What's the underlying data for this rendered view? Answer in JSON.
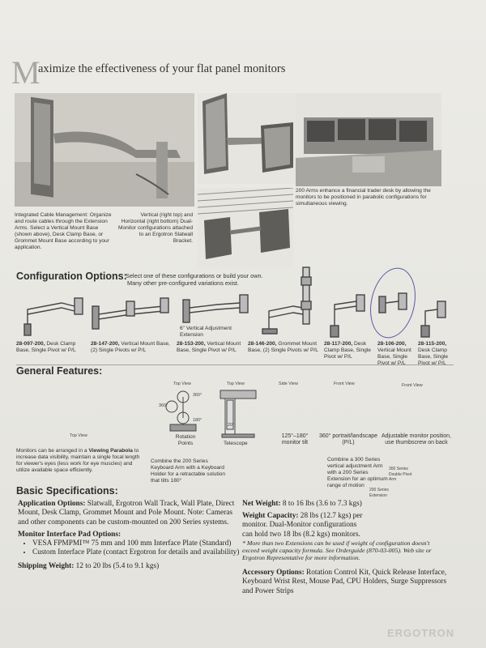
{
  "header": {
    "drop_cap": "M",
    "title_rest": "aximize the effectiveness of your flat panel monitors"
  },
  "photo_captions": {
    "cable_management": "Integrated Cable Management: Organize and route cables through the Extension Arms. Select a Vertical Mount Base (shown above), Desk Clamp Base, or Grommet Mount Base according to your application.",
    "dual_monitor": "Vertical (right top) and Horizontal (right bottom) Dual-Monitor configurations attached to an Ergotron Slatwall Bracket.",
    "trader_desk": "200 Arms enhance a financial trader desk by allowing the monitors to be positioned in parabolic configurations for simultaneous viewing."
  },
  "config_options": {
    "heading": "Configuration Options:",
    "intro_line1": "Select one of these configurations or build your own.",
    "intro_line2": "Many other pre-configured variations exist.",
    "callout": "6\" Vertical Adjustment Extension",
    "items": [
      {
        "num": "28-097-200,",
        "desc": "Desk Clamp Base, Single Pivot w/ P/L"
      },
      {
        "num": "28-147-200,",
        "desc": "Vertical Mount Base, (2) Single Pivots w/ P/L"
      },
      {
        "num": "28-153-200,",
        "desc": "Vertical Mount Base, Single Pivot w/ P/L"
      },
      {
        "num": "28-146-200,",
        "desc": "Grommet Mount Base, (2) Single Pivots w/ P/L"
      },
      {
        "num": "28-117-200,",
        "desc": "Desk Clamp Base, Single Pivot w/ P/L"
      },
      {
        "num": "28-106-200,",
        "desc": "Vertical Mount Base, Single Pivot w/ P/L"
      },
      {
        "num": "28-115-200,",
        "desc": "Desk Clamp Base, Single Pivot w/ P/L"
      }
    ]
  },
  "general_features": {
    "heading": "General Features:",
    "views": {
      "top_view_1": "Top View",
      "top_view_2": "Top View",
      "side_view": "Side View",
      "front_view_1": "Front View",
      "front_view_2": "Front View",
      "top_view_left": "Top View"
    },
    "angles": {
      "a360": "360°",
      "a180": "180°",
      "a20": "20°"
    },
    "labels": {
      "rotation": "Rotation Points",
      "telescope": "Telescope",
      "tilt": "125°–180° monitor tilt",
      "portrait": "360° portrait/landscape (P/L)",
      "adjustable": "Adjustable monitor position, use thumbscrew on back"
    },
    "parabola": {
      "pre": "Monitors can be arranged in a ",
      "bold": "Viewing Parabola",
      "post": " to increase data visibility, maintain a single focal length for viewer's eyes (less work for eye muscles) and utilize available space efficiently."
    },
    "keyboard_note": "Combine the 200 Series Keyboard Arm with a Keyboard Holder for a retractable solution that tilts 180°",
    "combine_note": "Combine a 300 Series vertical adjustment Arm with a 200 Series Extension for an optimum range of motion",
    "series_300": "300 Series Double Pivot Arm",
    "series_200": "200 Series Extension"
  },
  "basic_specs": {
    "heading": "Basic Specifications:",
    "application_label": "Application Options:",
    "application_text": " Slatwall, Ergotron Wall Track, Wall Plate, Direct Mount, Desk Clamp, Grommet Mount and Pole Mount. Note: Cameras and other components can be custom-mounted on 200 Series systems.",
    "interface_label": "Monitor Interface Pad Options:",
    "interface_items": [
      "VESA FPMPMI™ 75 mm and 100 mm Interface Plate (Standard)",
      "Custom Interface Plate (contact Ergotron for details and availability)"
    ],
    "shipping_label": "Shipping Weight:",
    "shipping_text": " 12 to 20 lbs (5.4 to 9.1 kgs)",
    "net_label": "Net Weight:",
    "net_text": " 8 to 16 lbs (3.6 to 7.3 kgs)",
    "capacity_label": "Weight Capacity:",
    "capacity_text": " 28 lbs (12.7 kgs) per monitor. Dual-Monitor configurations can hold two 18 lbs (8.2 kgs) monitors.",
    "capacity_note": "* More than two Extensions can be used if weight of configuration doesn't exceed weight capacity formula. See Orderguide (870-03-005). Web site or Ergotron Representative for more information.",
    "accessory_label": "Accessory Options:",
    "accessory_text": " Rotation Control Kit, Quick Release Interface, Keyboard Wrist Rest, Mouse Pad, CPU Holders, Surge Suppressors and Power Strips"
  },
  "footer": {
    "logo": "ERGOTRON"
  },
  "colors": {
    "accent_ink": "#4a4a95",
    "paper": "#e9e8e3"
  }
}
